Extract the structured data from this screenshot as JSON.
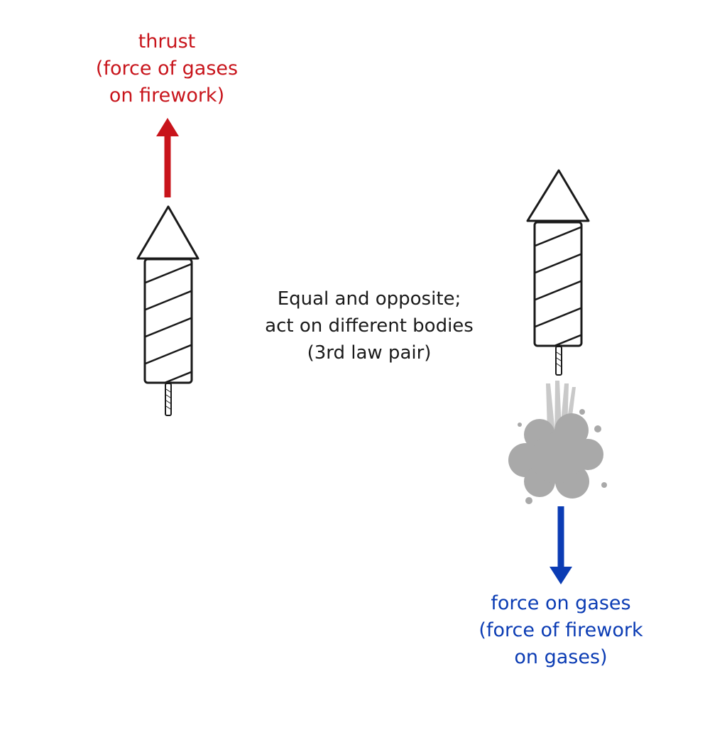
{
  "labels": {
    "thrust": {
      "lines": [
        "thrust",
        "(force of gases",
        "on firework)"
      ]
    },
    "gases": {
      "lines": [
        "force on gases",
        "(force of firework",
        "on gases)"
      ]
    },
    "center": {
      "lines": [
        "Equal and opposite;",
        "act on different bodies",
        "(3rd law pair)"
      ]
    }
  },
  "colors": {
    "thrust": "#c8141b",
    "gases": "#0b3cb4",
    "ink": "#1a1a1a",
    "smoke": "#a9a9a9",
    "smoke_light": "#c4c4c4"
  }
}
